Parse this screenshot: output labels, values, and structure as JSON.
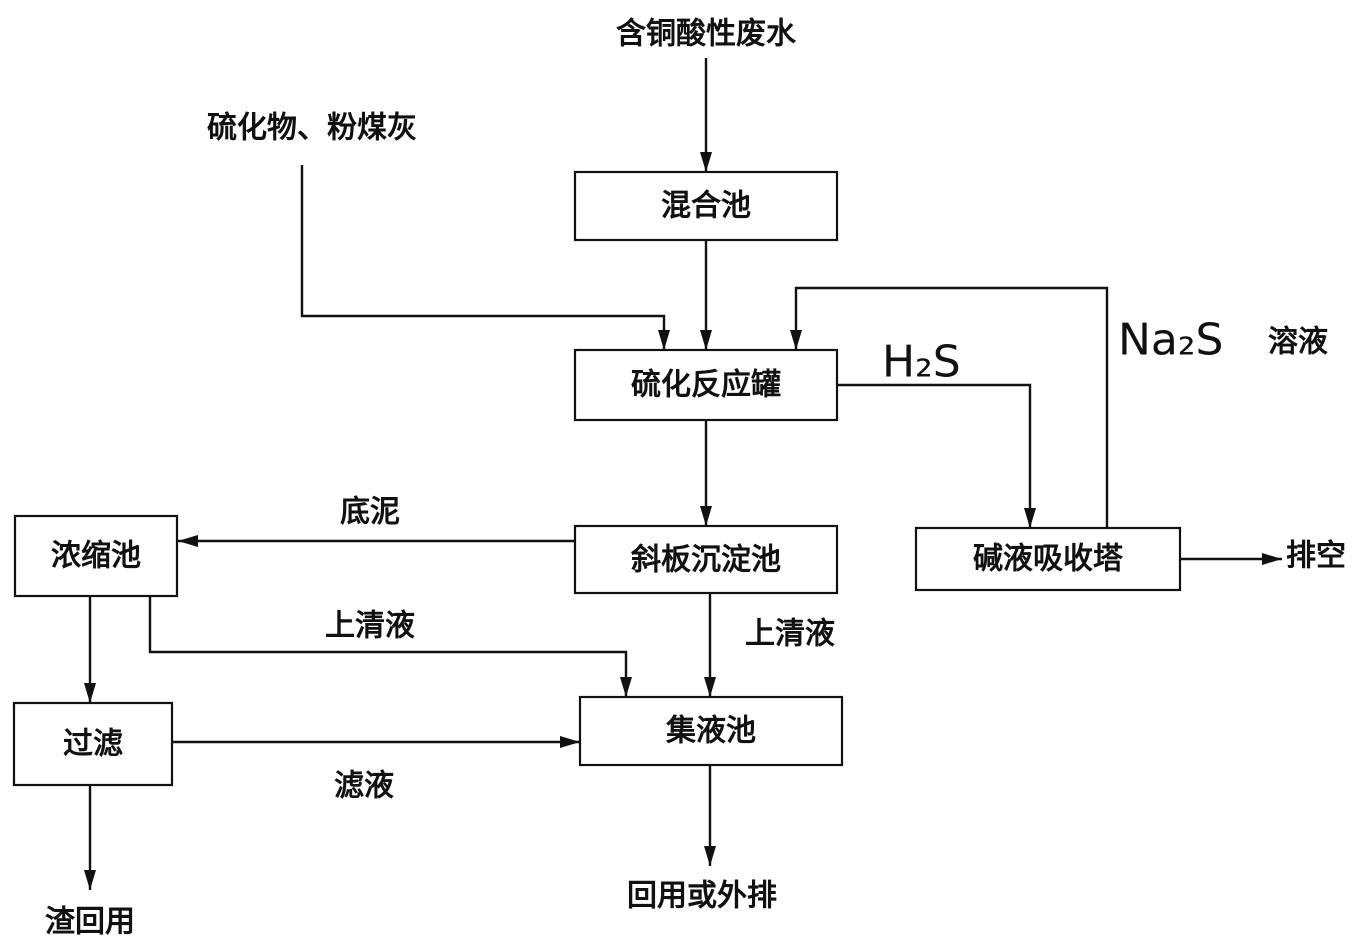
{
  "nodes": {
    "mixing_tank": "混合池",
    "sulfidation_reactor": "硫化反应罐",
    "inclined_plate_settler": "斜板沉淀池",
    "alkali_absorption_tower": "碱液吸收塔",
    "thickener": "浓缩池",
    "filtration": "过滤",
    "collection_tank": "集液池"
  },
  "labels": {
    "influent": "含铜酸性废水",
    "reagents": "硫化物、粉煤灰",
    "h2s": "H₂S",
    "na2s": "Na₂S",
    "na2s_solution_suffix": "溶液",
    "sludge": "底泥",
    "supernatant_settler": "上清液",
    "supernatant_thickener": "上清液",
    "filtrate": "滤液",
    "vent": "排空",
    "residue_reuse": "渣回用",
    "reuse_or_discharge": "回用或外排"
  },
  "colors": {
    "stroke": "#111111",
    "background": "#ffffff"
  }
}
